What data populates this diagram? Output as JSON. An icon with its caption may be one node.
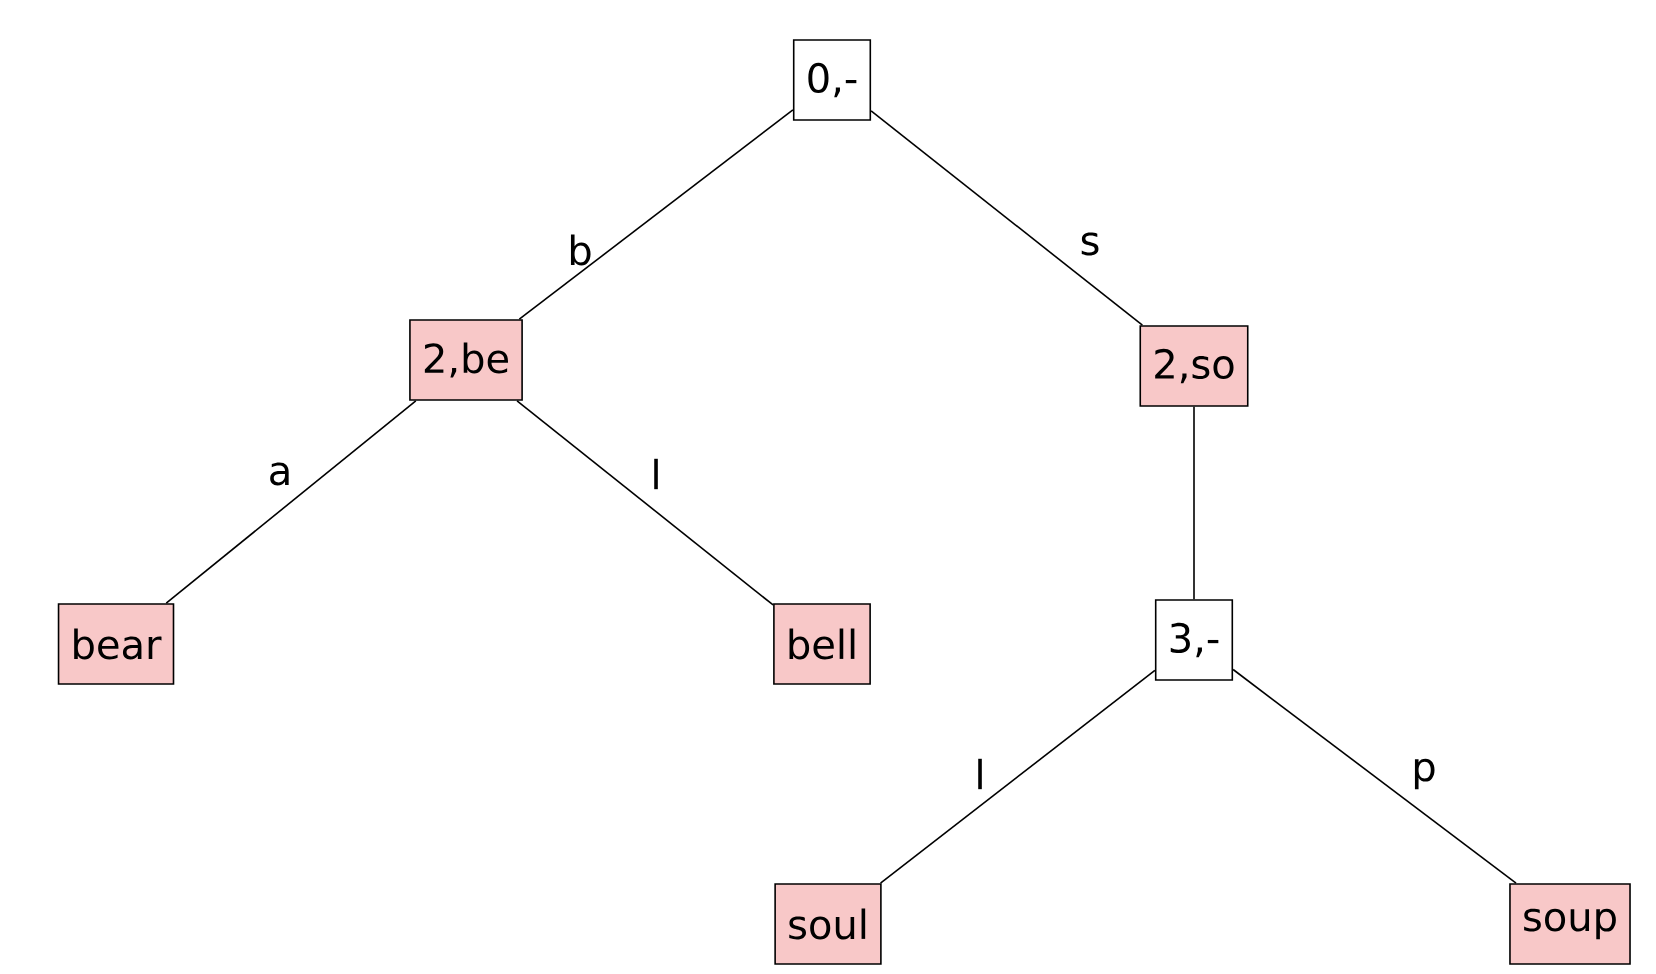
{
  "diagram": {
    "nodes": [
      {
        "text": [
          "0,-"
        ]
      },
      {
        "text": [
          "2,be"
        ]
      },
      {
        "text": [
          "2,so"
        ]
      },
      {
        "text": [
          "bear"
        ]
      },
      {
        "text": [
          "bell"
        ]
      },
      {
        "text": [
          "3,-"
        ]
      },
      {
        "text": [
          "soul"
        ]
      },
      {
        "text": [
          "soup"
        ]
      }
    ],
    "edges": [
      {
        "from": 0,
        "to": 1,
        "arrow": "none",
        "label": "b"
      },
      {
        "from": 0,
        "to": 2,
        "arrow": "none",
        "label": "s"
      },
      {
        "from": 1,
        "to": 3,
        "arrow": "none",
        "label": "a"
      },
      {
        "from": 1,
        "to": 4,
        "arrow": "none",
        "label": "l"
      },
      {
        "from": 2,
        "to": 5,
        "arrow": "none"
      },
      {
        "from": 5,
        "to": 6,
        "arrow": "none",
        "label": "l"
      },
      {
        "from": 5,
        "to": 7,
        "arrow": "none",
        "label": "p"
      }
    ]
  }
}
